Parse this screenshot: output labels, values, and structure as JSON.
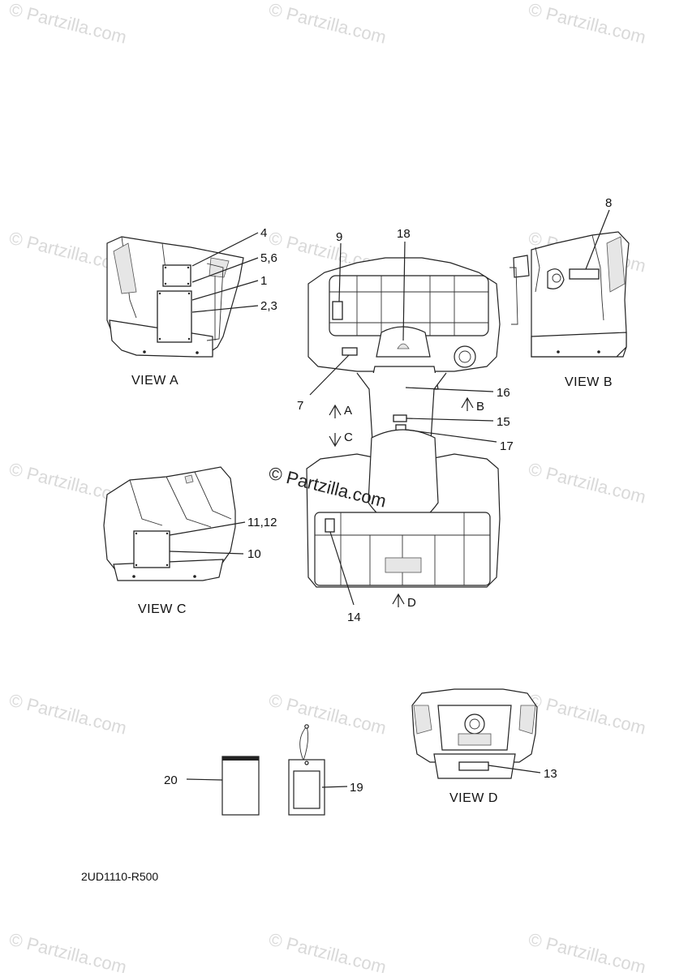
{
  "watermark": {
    "text": "© Partzilla.com",
    "color": "#d9d9d9"
  },
  "views": {
    "a": "VIEW A",
    "b": "VIEW B",
    "c": "VIEW C",
    "d": "VIEW D"
  },
  "arrows": {
    "a": "A",
    "b": "B",
    "c": "C",
    "d": "D"
  },
  "callouts": {
    "c1": "1",
    "c23": "2,3",
    "c4": "4",
    "c56": "5,6",
    "c7": "7",
    "c8": "8",
    "c9": "9",
    "c10": "10",
    "c1112": "11,12",
    "c13": "13",
    "c14": "14",
    "c15": "15",
    "c16": "16",
    "c17": "17",
    "c18": "18",
    "c19": "19",
    "c20": "20"
  },
  "diagram_code": "2UD1110-R500",
  "colors": {
    "ink": "#222222",
    "watermark": "#d9d9d9"
  }
}
